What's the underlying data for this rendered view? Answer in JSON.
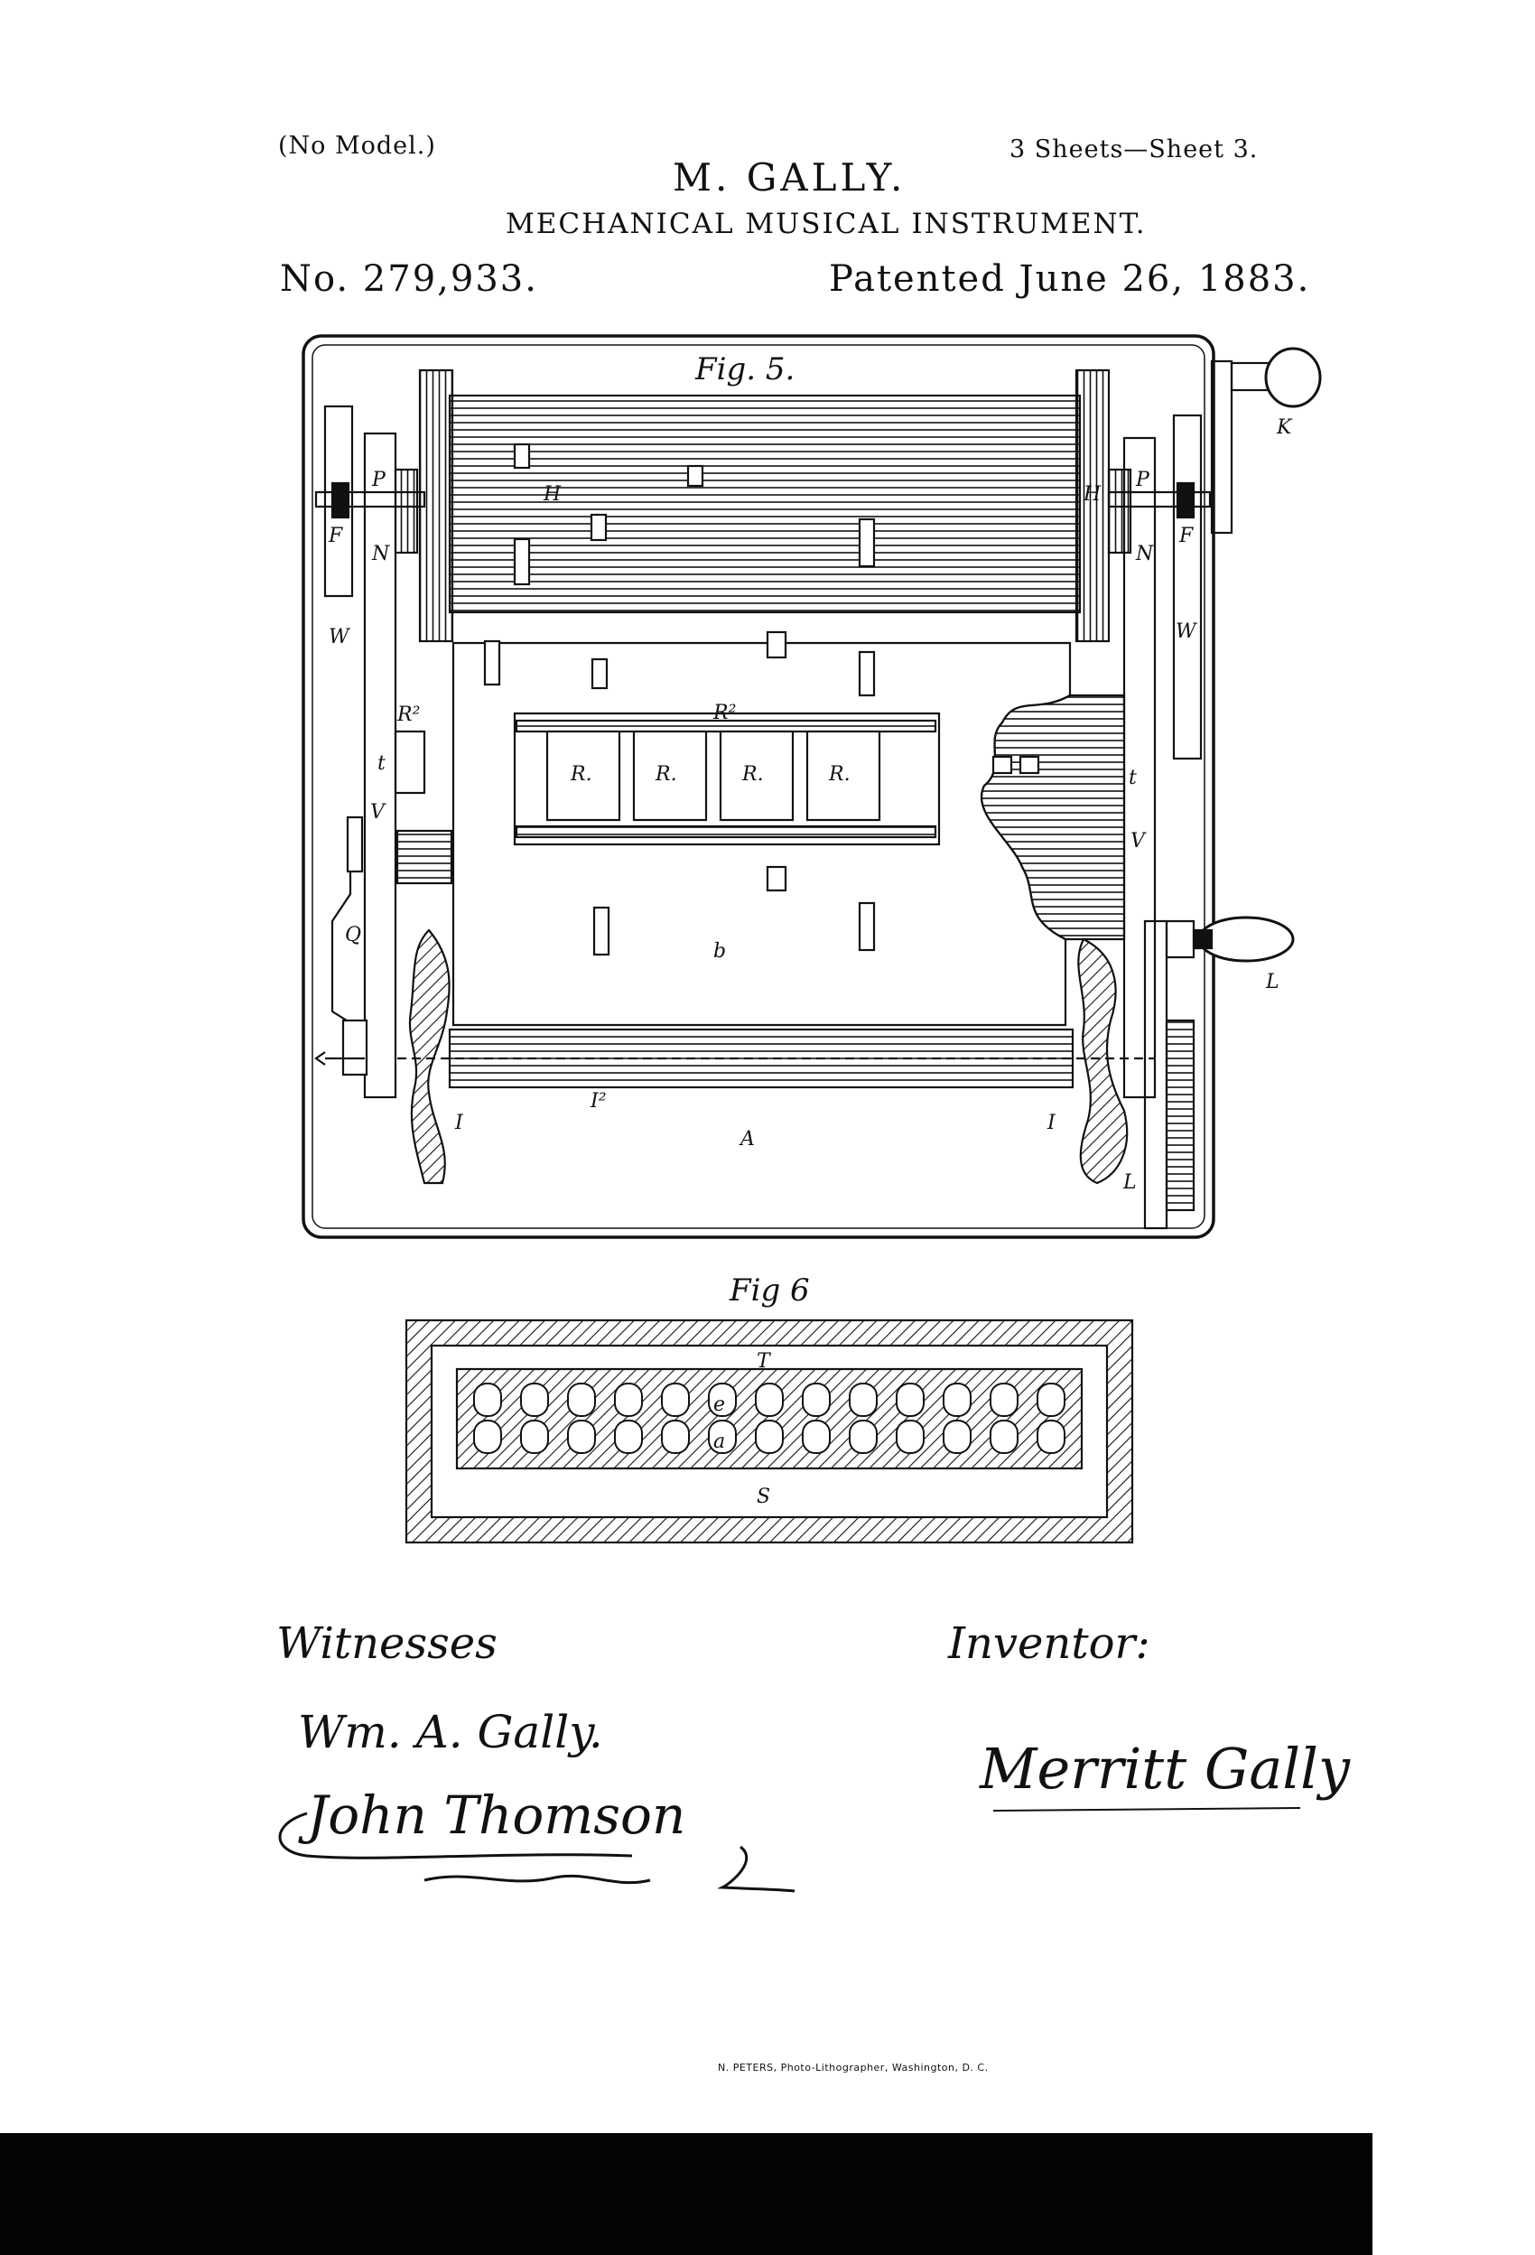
{
  "header": {
    "no_model": "(No Model.)",
    "inventor_name": "M. GALLY.",
    "sheets": "3 Sheets—Sheet 3.",
    "title": "MECHANICAL MUSICAL INSTRUMENT.",
    "patent_number": "No. 279,933.",
    "patent_date": "Patented June 26, 1883."
  },
  "fig5": {
    "caption": "Fig. 5.",
    "labels": {
      "H_left": "H",
      "H_right": "H",
      "P_left": "P",
      "P_right": "P",
      "F_left": "F",
      "F_right": "F",
      "N_left": "N",
      "N_right": "N",
      "W_left": "W",
      "W_right": "W",
      "R2_left": "R²",
      "R2_center": "R²",
      "t_left": "t",
      "t_right": "t",
      "V_left": "V",
      "V_right": "V",
      "Q": "Q",
      "R1": "R.",
      "R2": "R.",
      "R3": "R.",
      "R4": "R.",
      "b": "b",
      "K": "K",
      "L_top": "L",
      "L_bottom": "L",
      "I_left": "I",
      "I_right": "I",
      "I2": "I²",
      "A": "A"
    }
  },
  "fig6": {
    "caption": "Fig 6",
    "labels": {
      "T": "T",
      "S": "S",
      "e": "e",
      "a": "a"
    }
  },
  "signatures": {
    "witnesses_label": "Witnesses",
    "witness_1": "Wm. A. Gally.",
    "witness_2": "John Thomson",
    "inventor_label": "Inventor:",
    "inventor_signature": "Merritt Gally"
  },
  "footer": {
    "printer": "N. PETERS, Photo-Lithographer, Washington, D. C."
  }
}
